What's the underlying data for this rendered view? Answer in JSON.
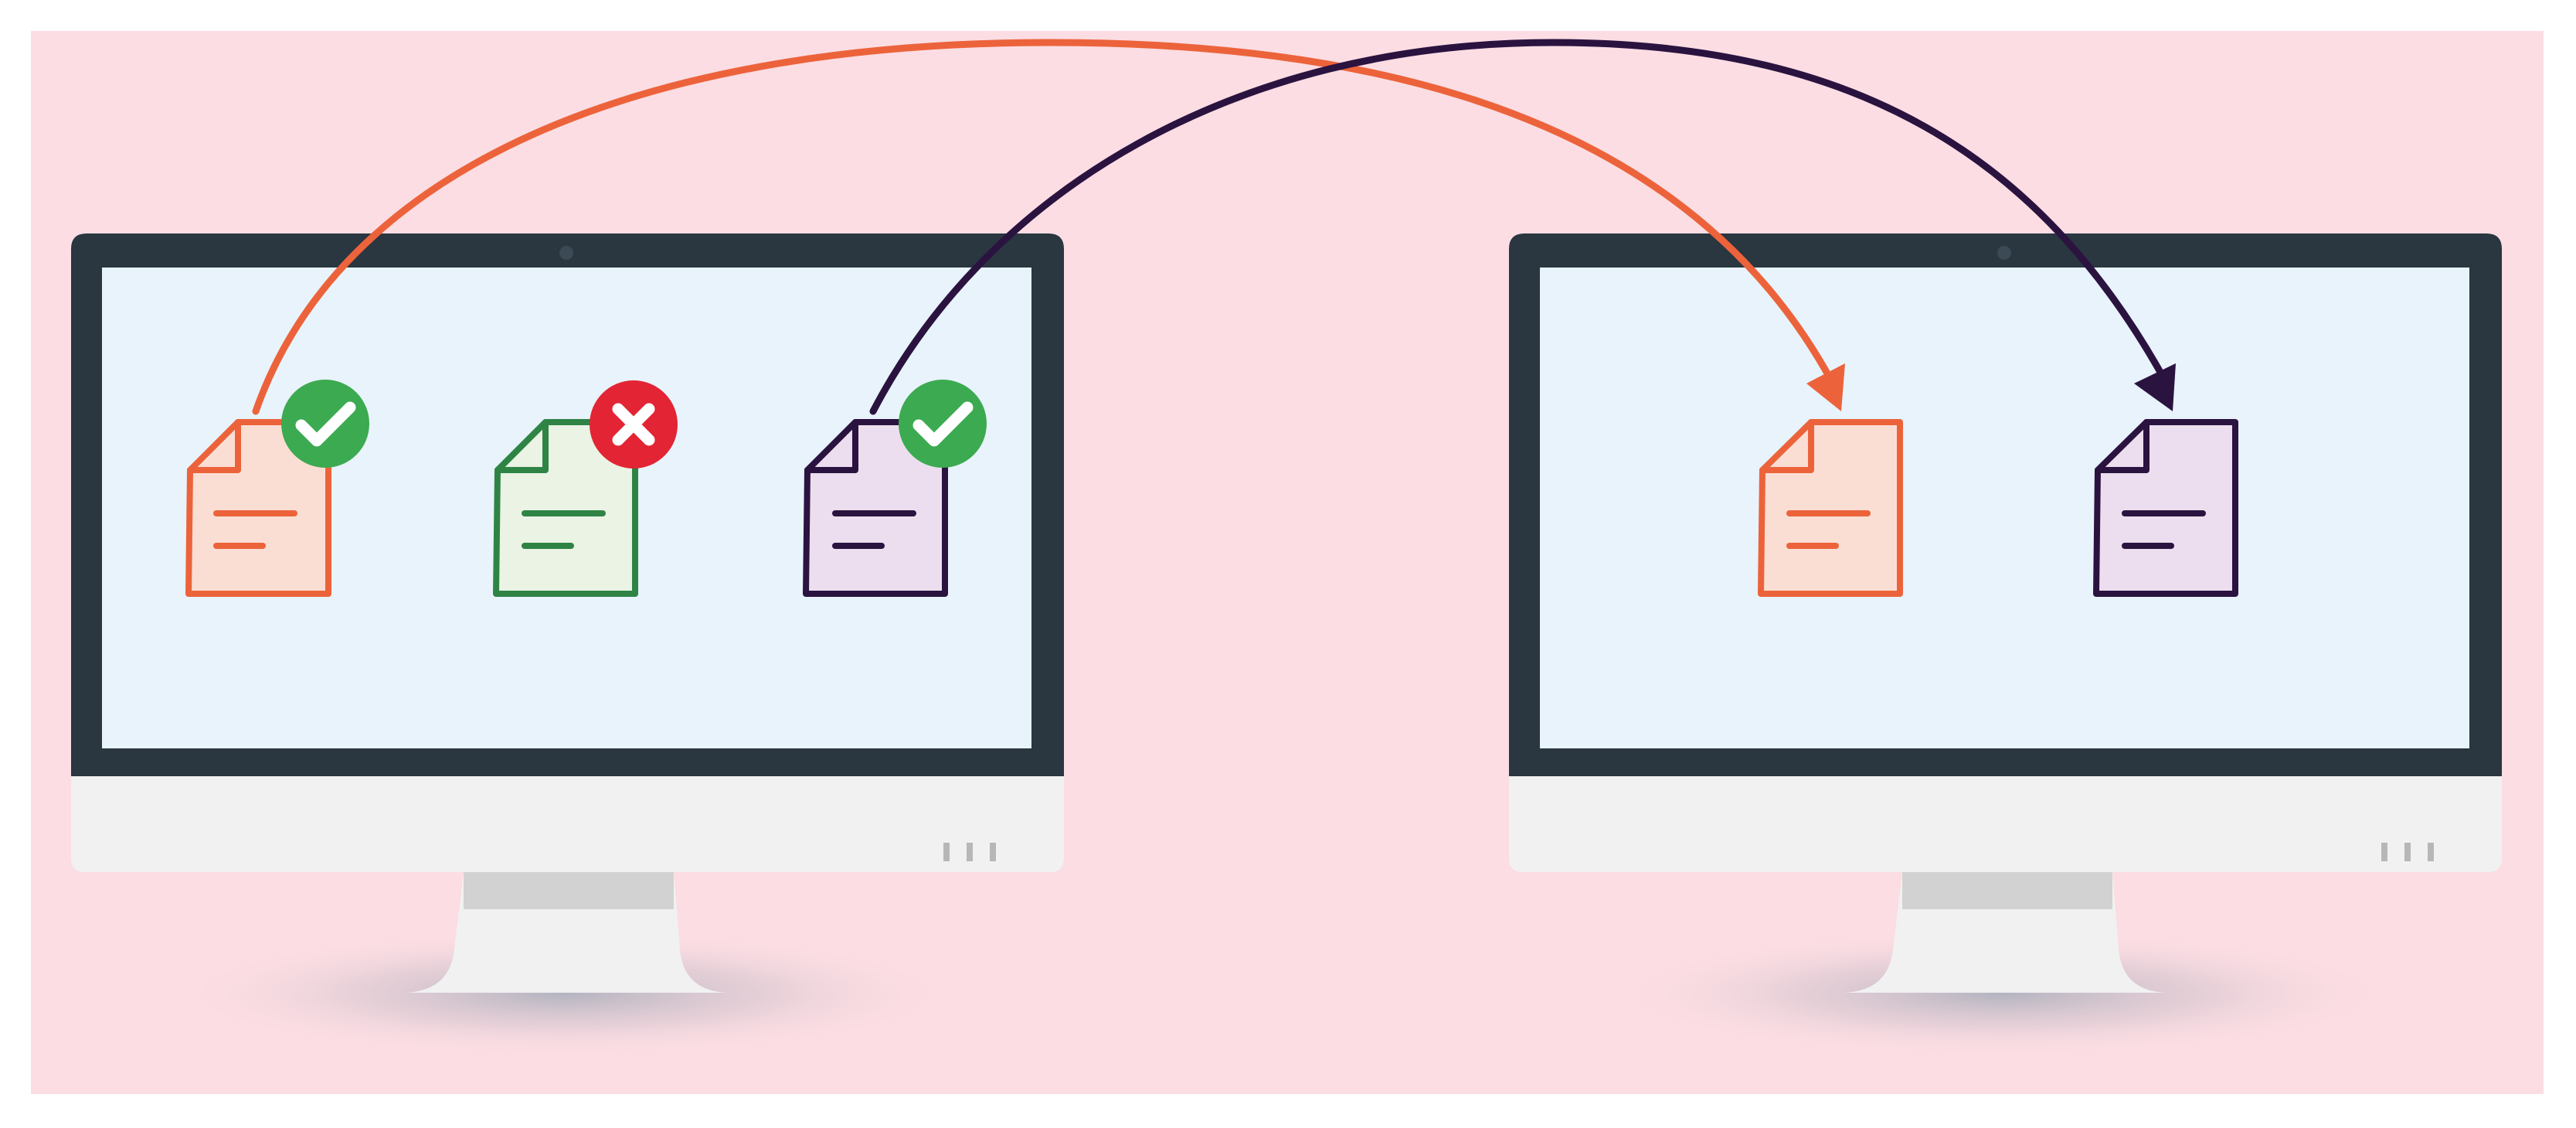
{
  "colors": {
    "page_background": "#ffffff",
    "panel_background": "#fbdde3",
    "monitor_bezel": "#2a3640",
    "screen": "#e8f3fc",
    "monitor_chin": "#f1f1f1",
    "stand_neck": "#d2d2d2",
    "stand_base": "#f1f1f1",
    "chin_vents": "#b7b7b7",
    "camera": "#3c4a56",
    "orange": "#ec633b",
    "orange_fill": "#fbded3",
    "green": "#2f8445",
    "green_fill": "#eaf3e4",
    "purple": "#2b1340",
    "purple_fill": "#ecdeee",
    "check_badge": "#3caa50",
    "cross_badge": "#e32434",
    "badge_mark": "#ffffff"
  },
  "monitors": [
    {
      "role": "source",
      "files": [
        {
          "color": "orange",
          "status": "approved",
          "badge_icon": "check-icon"
        },
        {
          "color": "green",
          "status": "rejected",
          "badge_icon": "cross-icon"
        },
        {
          "color": "purple",
          "status": "approved",
          "badge_icon": "check-icon"
        }
      ]
    },
    {
      "role": "destination",
      "files": [
        {
          "color": "orange"
        },
        {
          "color": "purple"
        }
      ]
    }
  ],
  "transfers": [
    {
      "file_color": "orange",
      "from_file": 0,
      "to_file": 0
    },
    {
      "file_color": "purple",
      "from_file": 2,
      "to_file": 1
    }
  ]
}
